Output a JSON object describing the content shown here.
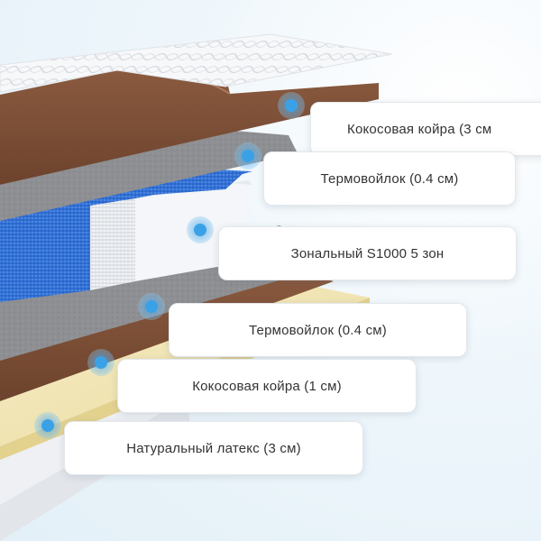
{
  "layers": [
    {
      "id": "coir-top",
      "label": "Кокосовая койра (3 см"
    },
    {
      "id": "felt-top",
      "label": "Термовойлок (0.4 см)"
    },
    {
      "id": "springs",
      "label": "Зональный S1000 5 зон"
    },
    {
      "id": "felt-bottom",
      "label": "Термовойлок (0.4 см)"
    },
    {
      "id": "coir-bottom",
      "label": "Кокосовая койра (1 см)"
    },
    {
      "id": "latex",
      "label": "Натуральный латекс (3 см)"
    }
  ],
  "colors": {
    "coir": "#7a4d35",
    "felt": "#8f9093",
    "springs_blue": "#2f6fd6",
    "latex": "#f3e6b8",
    "cover": "#f2f3f6",
    "marker": "#3ba1e6"
  },
  "icons": [
    "marker-dot"
  ]
}
